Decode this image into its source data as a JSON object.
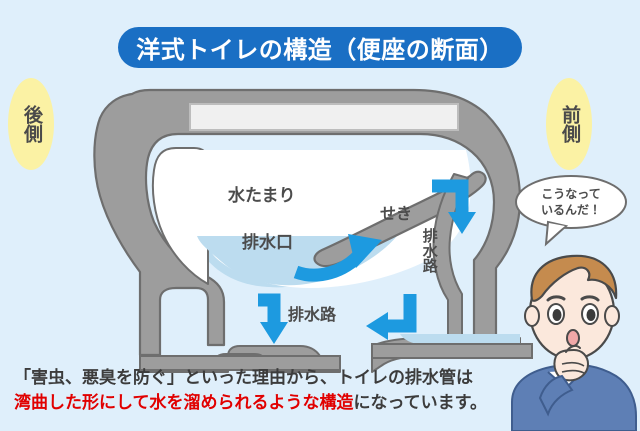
{
  "page": {
    "title": "洋式トイレの構造（便座の断面）",
    "background_color": "#dfeffb"
  },
  "header": {
    "title": "洋式トイレの構造（便座の断面）",
    "pill_color": "#1a6fc4",
    "text_color": "#ffffff"
  },
  "side_labels": {
    "rear": "後側",
    "front": "前側",
    "oval_color": "#fbf2a4",
    "text_color": "#4a4a4a"
  },
  "diagram": {
    "type": "cross-section",
    "subject": "western-style toilet bowl",
    "body_color": "#9d9d9d",
    "body_outline": "#6e6e6e",
    "cavity_color": "#ffffff",
    "water_color": "#bcdcef",
    "seat_color": "#f0f0f0",
    "arrow_color": "#1d9ae0",
    "labels": {
      "water_pool": "水たまり",
      "drain_outlet": "排水口",
      "weir": "せき",
      "drain_channel_vertical": "排水路",
      "drain_channel_horizontal": "排水路"
    },
    "flow_arrows": [
      {
        "name": "bowl-outflow-arrow",
        "direction": "right-up",
        "note": "水たまりから排水口を通りせきへ"
      },
      {
        "name": "weir-down-arrow",
        "direction": "down",
        "note": "せきを越えて下へ"
      },
      {
        "name": "channel-left-arrow",
        "direction": "left",
        "note": "排水路を左へ"
      },
      {
        "name": "channel-down-arrow",
        "direction": "down",
        "note": "排水路から下へ排出"
      }
    ]
  },
  "speech_bubble": {
    "line1": "こうなって",
    "line2": "いるんだ！"
  },
  "character": {
    "name": "thinking-boy",
    "hair_color": "#c58b4e",
    "skin_color": "#fbe0d0",
    "shirt_color": "#ffffff",
    "sweater_color": "#5e7fb5"
  },
  "caption": {
    "line1_a": "「害虫、悪臭を防ぐ」といった理由から、トイレの排水管は",
    "line2_red": "湾曲した形にして水を溜められるような構造",
    "line2_b": "になっています。",
    "red_color": "#e10000",
    "text_color": "#3c3c3c"
  }
}
